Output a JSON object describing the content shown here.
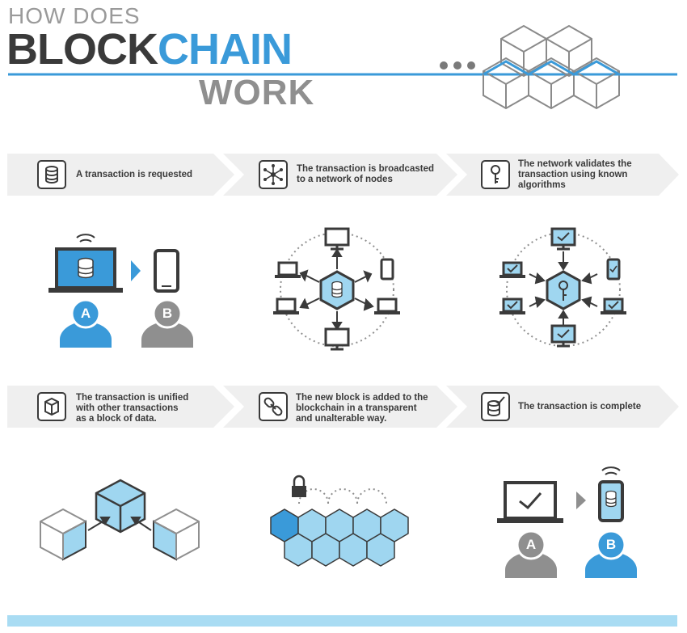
{
  "title": {
    "line1": "HOW DOES",
    "line2_dark": "BLOCK",
    "line2_blue": "CHAIN",
    "line3": "WORK"
  },
  "colors": {
    "dark": "#3a3a3a",
    "blue": "#3a9ad9",
    "light_blue": "#9fd6f0",
    "gray": "#9a9a9a",
    "band": "#efefef"
  },
  "steps": [
    {
      "text": "A transaction is requested",
      "icon": "database-icon"
    },
    {
      "text": "The transaction is broadcasted to a network of nodes",
      "icon": "network-icon"
    },
    {
      "text": "The network validates the transaction using known algorithms",
      "icon": "key-icon"
    },
    {
      "text": "The transaction is unified with other transactions as a block of data.",
      "icon": "cube-icon"
    },
    {
      "text": "The new block is added to the blockchain in a transparent and unalterable way.",
      "icon": "chain-link-icon"
    },
    {
      "text": "The transaction is complete",
      "icon": "checked-database-icon"
    }
  ],
  "persons": {
    "a": "A",
    "b": "B"
  }
}
